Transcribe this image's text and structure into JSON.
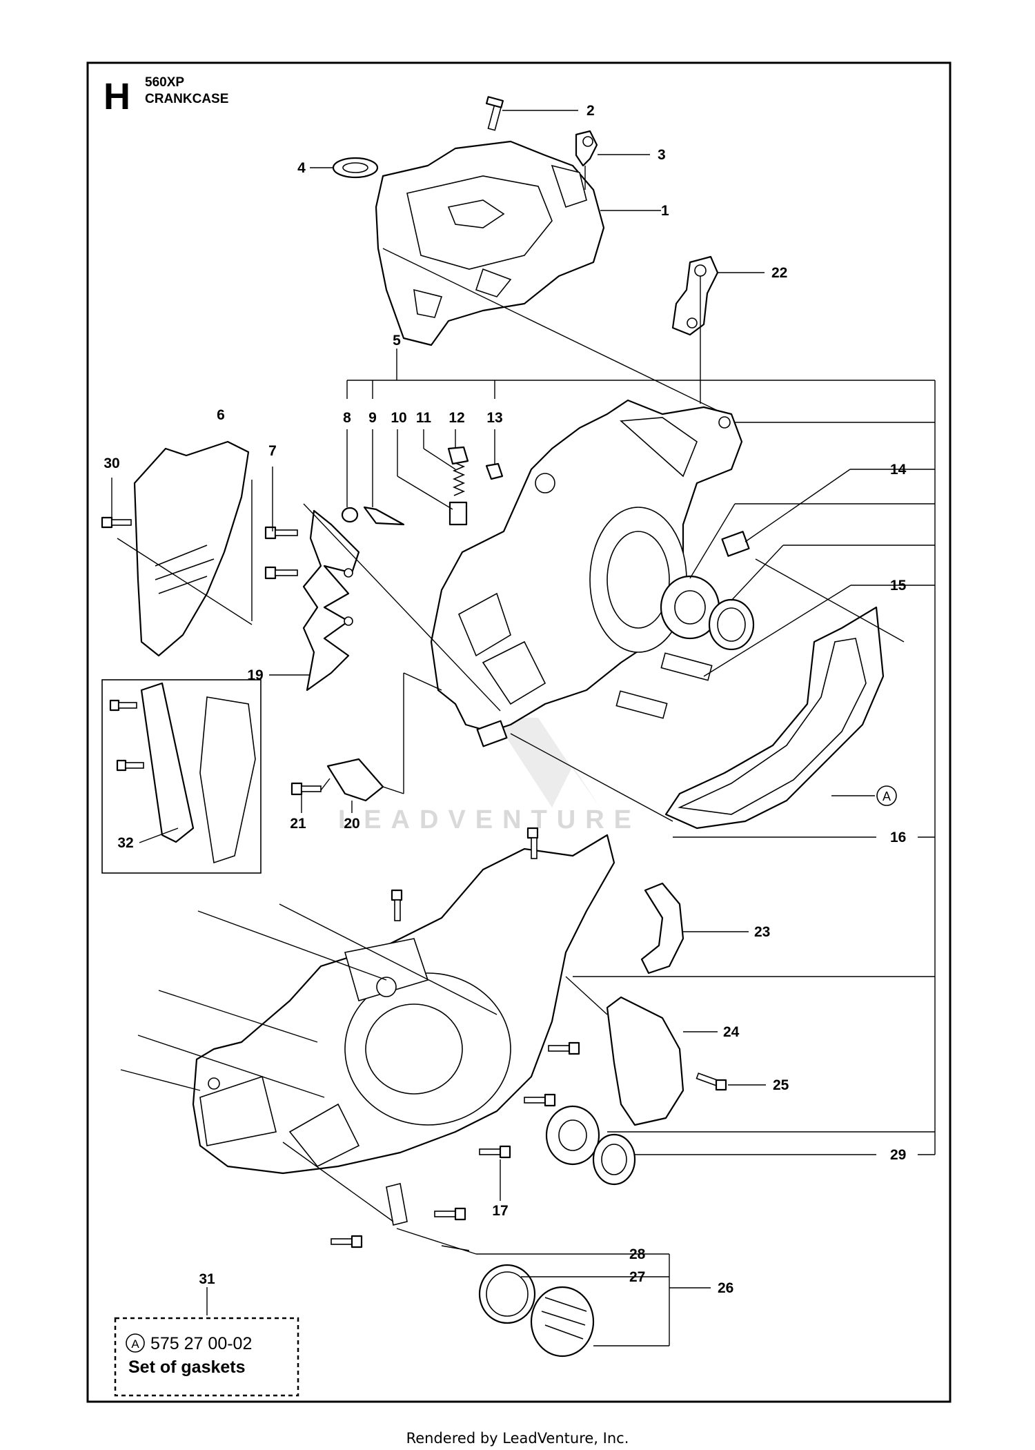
{
  "section_letter": "H",
  "model": "560XP",
  "section_title": "CRANKCASE",
  "watermark": "LEADVENTURE",
  "callouts": [
    "1",
    "2",
    "3",
    "4",
    "5",
    "6",
    "7",
    "8",
    "9",
    "10",
    "11",
    "12",
    "13",
    "14",
    "15",
    "16",
    "17",
    "19",
    "20",
    "21",
    "22",
    "23",
    "24",
    "25",
    "26",
    "27",
    "28",
    "29",
    "30",
    "31",
    "32"
  ],
  "gasket_ref_symbol": "A",
  "gasket_box": {
    "symbol": "A",
    "part_number": "575 27 00-02",
    "description": "Set of gaskets"
  },
  "footer": "Rendered by LeadVenture, Inc."
}
